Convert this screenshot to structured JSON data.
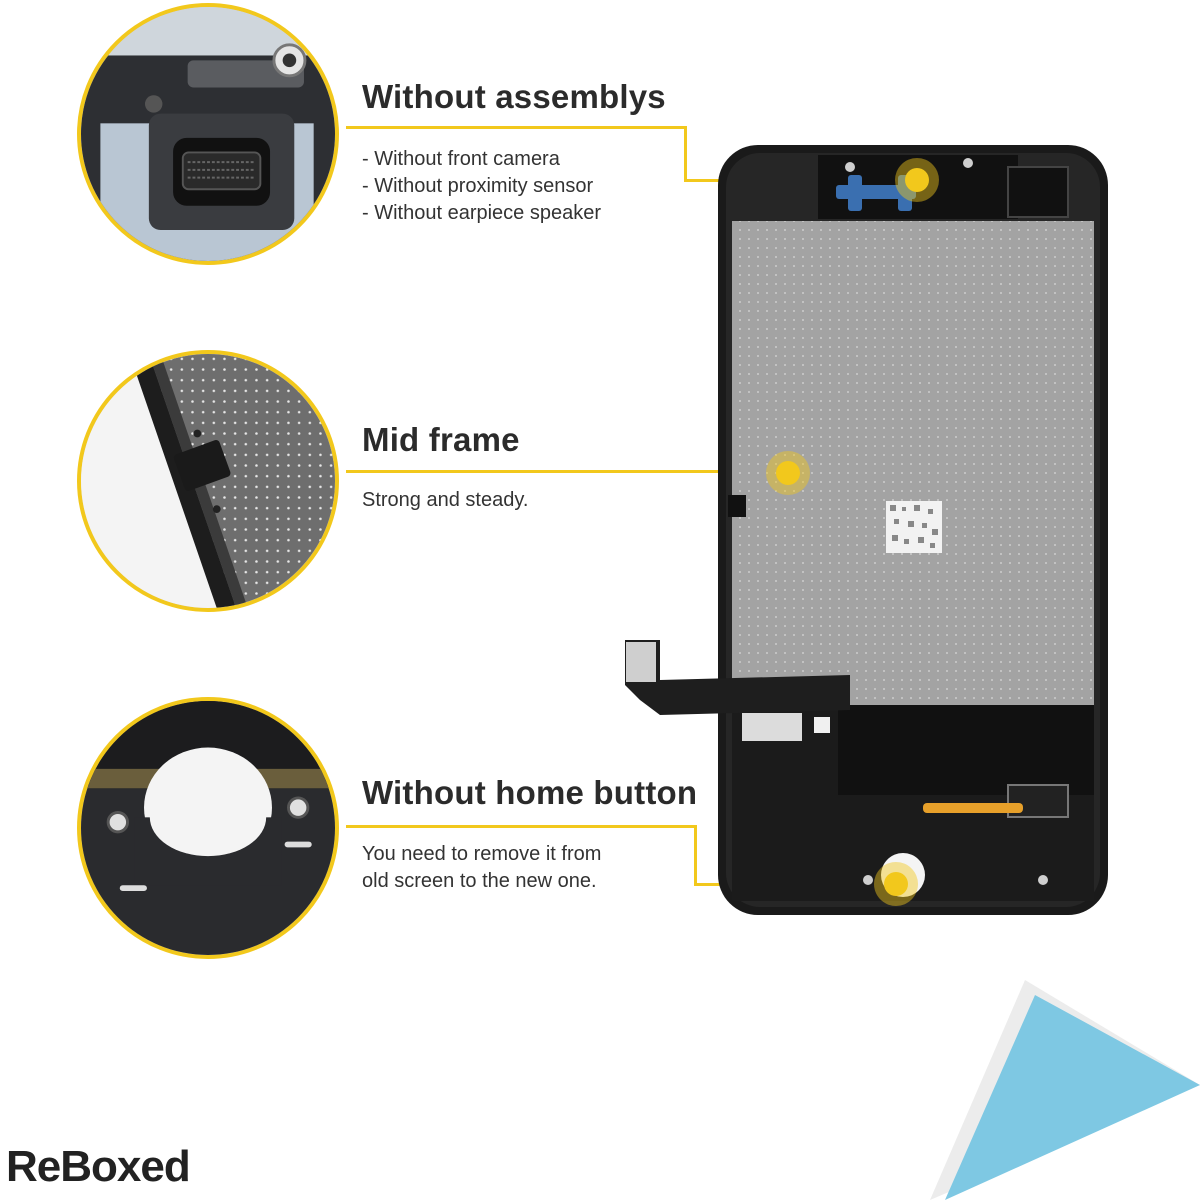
{
  "features": [
    {
      "id": "assemblys",
      "heading": "Without assemblys",
      "items": [
        "Without front camera",
        "Without proximity sensor",
        "Without earpiece speaker"
      ]
    },
    {
      "id": "midframe",
      "heading": "Mid frame",
      "description": "Strong and steady."
    },
    {
      "id": "homebutton",
      "heading": "Without home button",
      "description_lines": [
        "You need to remove it from",
        "old screen to the new one."
      ]
    }
  ],
  "brand": {
    "logo_text": "ReBoxed"
  },
  "colors": {
    "accent": "#f2c81c",
    "phone_frame": "#1a1a1a",
    "mid_frame_plate": "#9c9c9c",
    "decor_blue": "#7ec8e3"
  },
  "icons": {
    "hotspot": "hotspot-icon"
  }
}
